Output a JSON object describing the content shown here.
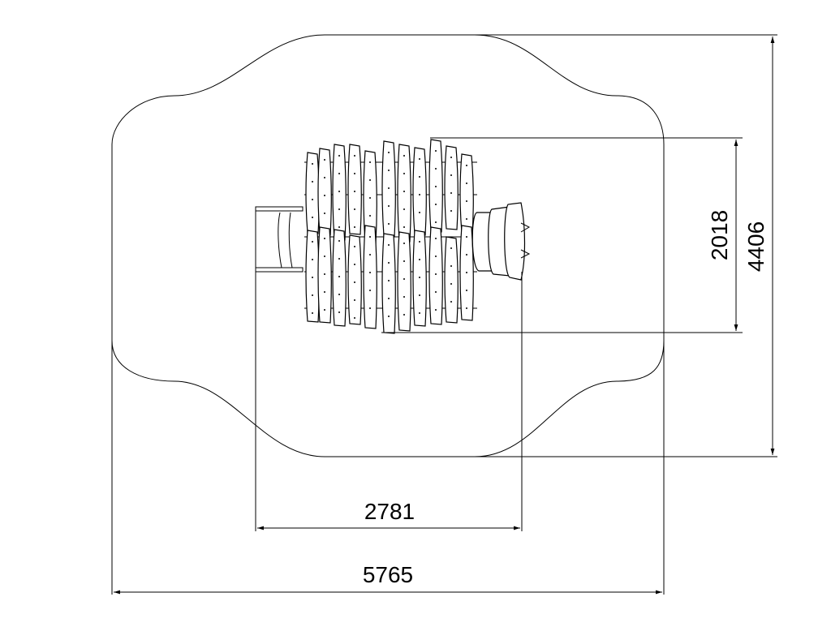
{
  "drawing": {
    "colors": {
      "line": "#000000",
      "background": "#ffffff"
    },
    "dimensions": {
      "overall_width": "5765",
      "overall_depth": "4406",
      "unit_width": "2781",
      "unit_depth": "2018"
    }
  }
}
